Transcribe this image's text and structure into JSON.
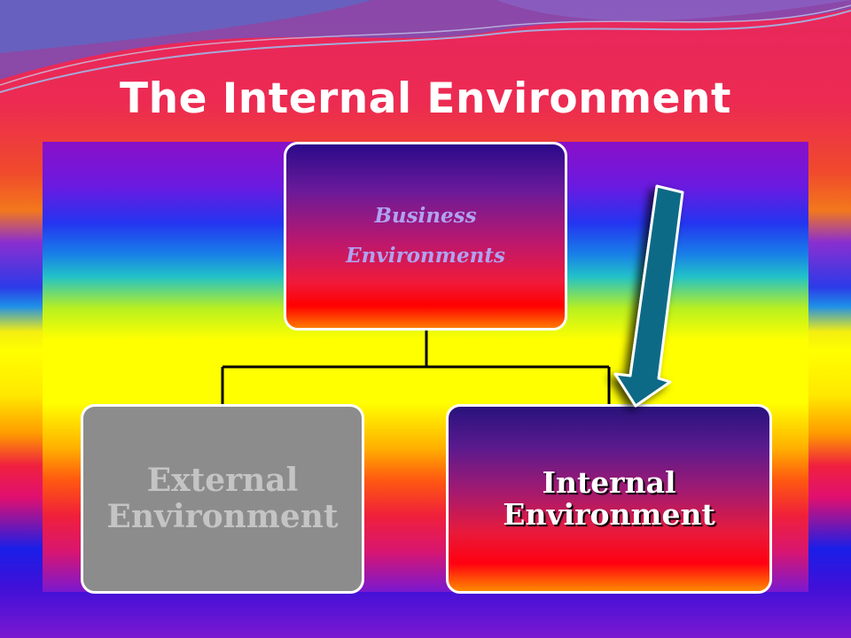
{
  "slide": {
    "title": "The Internal Environment"
  },
  "diagram": {
    "root": {
      "line1": "Business",
      "line2": "Environments"
    },
    "children": [
      {
        "line1": "External",
        "line2": "Environment",
        "state": "dimmed"
      },
      {
        "line1": "Internal",
        "line2": "Environment",
        "state": "highlighted"
      }
    ],
    "pointer": {
      "target": "Internal Environment",
      "color": "#0e6a86"
    }
  },
  "colors": {
    "title": "#ffffff",
    "root_text": "#b0a2f2",
    "dimmed_box": "#8c8c8c",
    "dimmed_text": "#c4c4c4",
    "highlight_text": "#ffffff"
  }
}
